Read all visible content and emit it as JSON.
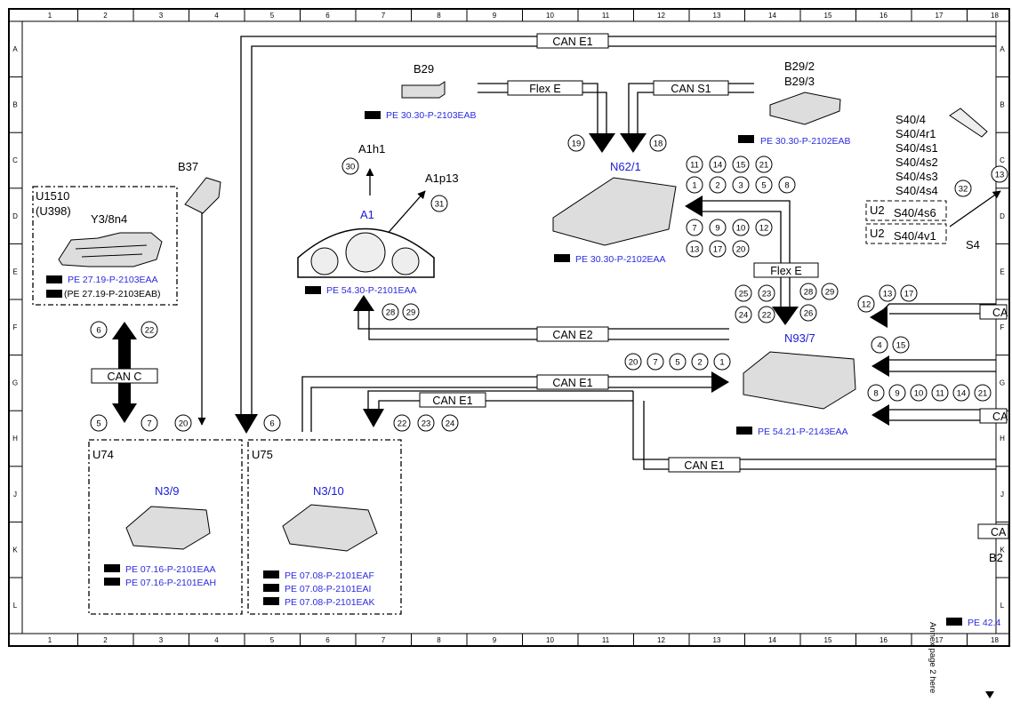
{
  "grid": {
    "cols": [
      "1",
      "2",
      "3",
      "4",
      "5",
      "6",
      "7",
      "8",
      "9",
      "10",
      "11",
      "12",
      "13",
      "14",
      "15",
      "16",
      "17",
      "18"
    ],
    "rows": [
      "A",
      "B",
      "C",
      "D",
      "E",
      "F",
      "G",
      "H",
      "J",
      "K",
      "L"
    ]
  },
  "buses": {
    "can_e1_top": "CAN E1",
    "flex_e_top": "Flex E",
    "can_s1": "CAN S1",
    "flex_e_mid": "Flex E",
    "can_e2": "CAN E2",
    "can_c": "CAN C",
    "can_e1_mid": "CAN E1",
    "can_e1_low": "CAN E1",
    "can_e1_bottom": "CAN E1",
    "ca_right_1": "CA",
    "ca_right_2": "CA",
    "ca_right_3": "CA"
  },
  "components": {
    "u1510": {
      "line1": "U1510",
      "line2": "(U398)",
      "name": "Y3/8n4",
      "ref1": "PE 27.19-P-2103EAA",
      "ref2": "(PE 27.19-P-2103EAB)"
    },
    "b37": {
      "name": "B37"
    },
    "b29": {
      "name": "B29",
      "ref": "PE 30.30-P-2103EAB"
    },
    "a1": {
      "name": "A1",
      "ref": "PE 54.30-P-2101EAA",
      "a1h1": "A1h1",
      "a1p13": "A1p13"
    },
    "n62_1": {
      "name": "N62/1",
      "ref": "PE 30.30-P-2102EAA"
    },
    "b29_2": {
      "name1": "B29/2",
      "name2": "B29/3",
      "ref": "PE 30.30-P-2102EAB"
    },
    "s40": {
      "items": [
        "S40/4",
        "S40/4r1",
        "S40/4s1",
        "S40/4s2",
        "S40/4s3",
        "S40/4s4"
      ],
      "u2a": "U2",
      "u2a_name": "S40/4s6",
      "u2b": "U2",
      "u2b_name": "S40/4v1",
      "s4": "S4"
    },
    "n93_7": {
      "name": "N93/7",
      "ref": "PE 54.21-P-2143EAA"
    },
    "u74": {
      "box": "U74",
      "name": "N3/9",
      "ref1": "PE 07.16-P-2101EAA",
      "ref2": "PE 07.16-P-2101EAH"
    },
    "u75": {
      "box": "U75",
      "name": "N3/10",
      "ref1": "PE 07.08-P-2101EAF",
      "ref2": "PE 07.08-P-2101EAI",
      "ref3": "PE 07.08-P-2101EAK"
    },
    "b2_right": {
      "name": "B2",
      "ref": "PE 42.4"
    }
  },
  "circles": {
    "c19": "19",
    "c18": "18",
    "c30": "30",
    "c31": "31",
    "c28a": "28",
    "c29a": "29",
    "c6a": "6",
    "c22a": "22",
    "c5": "5",
    "c7a": "7",
    "c20a": "20",
    "c6b": "6",
    "c22b": "22",
    "c23b": "23",
    "c24b": "24",
    "n62_top": [
      "11",
      "14",
      "15",
      "21"
    ],
    "n62_row2": [
      "1",
      "2",
      "3",
      "5",
      "8"
    ],
    "n62_row3": [
      "7",
      "9",
      "10",
      "12"
    ],
    "n62_row4": [
      "13",
      "17",
      "20"
    ],
    "n93_left_top": [
      "25",
      "23"
    ],
    "n93_left_bot": [
      "24",
      "22"
    ],
    "n93_right_top": [
      "28",
      "29"
    ],
    "n93_right_bot": [
      "26"
    ],
    "n93_row": [
      "20",
      "7",
      "5",
      "2",
      "1"
    ],
    "right_top": [
      "13",
      "17"
    ],
    "right_12": "12",
    "right_mid": [
      "4",
      "15"
    ],
    "right_bot": [
      "8",
      "9",
      "10",
      "11",
      "14",
      "21"
    ],
    "c32": "32",
    "c13_edge": "13"
  },
  "margin_note": "Annex page 2 here"
}
